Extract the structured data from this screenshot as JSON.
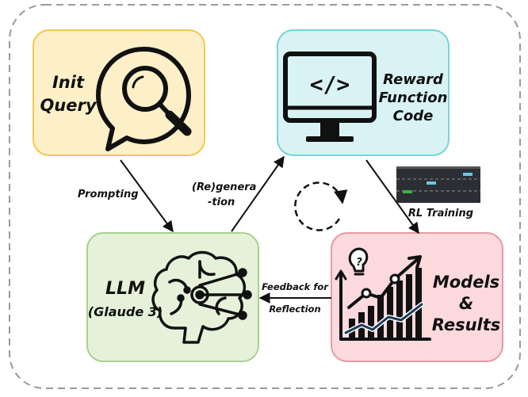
{
  "nodes": {
    "init_query": {
      "line1": "Init",
      "line2": "Query"
    },
    "reward_code": {
      "line1": "Reward",
      "line2": "Function",
      "line3": "Code",
      "icon_text": "</>"
    },
    "llm": {
      "line1": "LLM",
      "line2": "(Glaude 3)"
    },
    "results": {
      "line1": "Models",
      "line2": "&",
      "line3": "Results"
    }
  },
  "edges": {
    "prompting": "Prompting",
    "regeneration_1": "(Re)genera",
    "regeneration_2": "-tion",
    "rl_training": "RL Training",
    "feedback_1": "Feedback for",
    "feedback_2": "Reflection"
  },
  "colors": {
    "init_query_fill": "#fdf0c9",
    "init_query_stroke": "#f2c94c",
    "reward_fill": "#d9f3f4",
    "reward_stroke": "#79d4d6",
    "llm_fill": "#e5f2d9",
    "llm_stroke": "#a9d18e",
    "results_fill": "#fbd9dc",
    "results_stroke": "#e79ba2"
  },
  "icons": {
    "init_query": "magnifier-chat-icon",
    "reward_code": "monitor-code-icon",
    "llm": "brain-circuit-icon",
    "results": "growth-chart-icon",
    "rl_training": "rl-training-thumbnail",
    "reflection_loop": "circular-arrow-icon"
  }
}
